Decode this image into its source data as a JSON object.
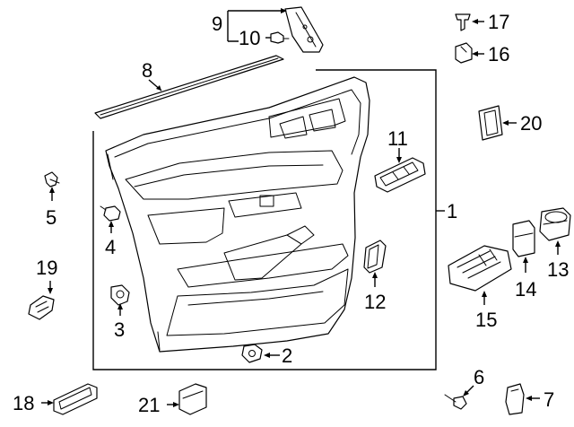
{
  "diagram": {
    "labels": {
      "p1": "1",
      "p2": "2",
      "p3": "3",
      "p4": "4",
      "p5": "5",
      "p6": "6",
      "p7": "7",
      "p8": "8",
      "p9": "9",
      "p10": "10",
      "p11": "11",
      "p12": "12",
      "p13": "13",
      "p14": "14",
      "p15": "15",
      "p16": "16",
      "p17": "17",
      "p18": "18",
      "p19": "19",
      "p20": "20",
      "p21": "21"
    },
    "line_color": "#000000",
    "background": "#ffffff"
  }
}
